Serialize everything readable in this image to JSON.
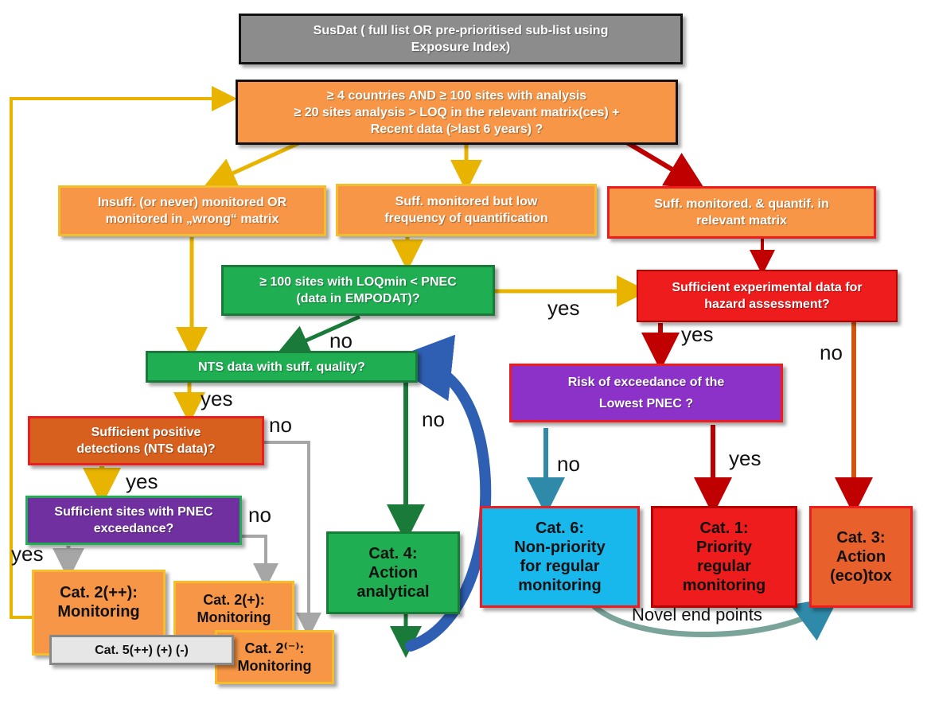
{
  "nodes": {
    "susdat": [
      "SusDat ( full list OR pre-prioritised sub-list using",
      "Exposure Index)"
    ],
    "criteria": [
      "≥ 4 countries AND ≥ 100 sites with analysis",
      "≥ 20 sites analysis > LOQ in the relevant matrix(ces) +",
      "Recent data (>last 6 years) ?"
    ],
    "insuff": [
      "Insuff. (or never) monitored OR",
      "monitored in „wrong“ matrix"
    ],
    "suff_low": [
      "Suff. monitored but low",
      "frequency of quantification"
    ],
    "suff_quant": [
      "Suff. monitored. & quantif. in",
      "relevant matrix"
    ],
    "loq": [
      "≥ 100 sites with LOQmin < PNEC",
      "(data in EMPODAT)?"
    ],
    "experimental": [
      "Sufficient experimental data for",
      "hazard assessment?"
    ],
    "nts": [
      "NTS data with suff. quality?"
    ],
    "risk": [
      "Risk of exceedance of the",
      "Lowest PNEC ?"
    ],
    "positive": [
      "Sufficient positive",
      "detections (NTS data)?"
    ],
    "sites_pnec": [
      "Sufficient sites with PNEC",
      "exceedance?"
    ],
    "cat4": [
      "Cat. 4:",
      "Action",
      "analytical"
    ],
    "cat6": [
      "Cat. 6:",
      "Non-priority",
      "for regular",
      "monitoring"
    ],
    "cat1": [
      "Cat. 1:",
      "Priority",
      "regular",
      "monitoring"
    ],
    "cat3": [
      "Cat. 3:",
      "Action",
      "(eco)tox"
    ],
    "cat2pp": [
      "Cat. 2(++):",
      "Monitoring"
    ],
    "cat2p": [
      "Cat. 2(+):",
      "Monitoring"
    ],
    "cat2m": [
      "Cat. 2⁽⁻⁾:",
      "Monitoring"
    ],
    "cat5": [
      "Cat. 5(++) (+) (-)"
    ]
  },
  "edge_labels": {
    "yes_loq": "yes",
    "yes_exp": "yes",
    "no_exp": "no",
    "no_loq": "no",
    "no_nts": "no",
    "yes_nts": "yes",
    "no_positive": "no",
    "yes_positive": "yes",
    "no_sites": "no",
    "yes_sites": "yes",
    "no_risk": "no",
    "yes_risk": "yes",
    "novel": "Novel end points"
  },
  "colors": {
    "arrow_gold": "#e8b400",
    "arrow_red": "#c00000",
    "arrow_green": "#1a7a3a",
    "arrow_blue": "#2f5fb3",
    "arrow_gray": "#a6a6a6",
    "arrow_teal": "#2e8aa8"
  }
}
